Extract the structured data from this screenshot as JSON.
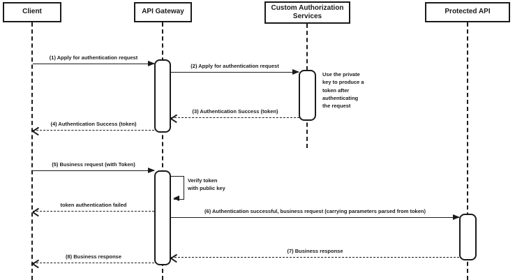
{
  "diagram": {
    "type": "sequence-diagram",
    "colors": {
      "stroke": "#1a1a1a",
      "fill": "#ffffff",
      "background": "#ffffff"
    },
    "actors": [
      {
        "id": "client",
        "label": "Client"
      },
      {
        "id": "api-gateway",
        "label": "API Gateway"
      },
      {
        "id": "custom-authorization-services",
        "label": "Custom Authorization\nServices"
      },
      {
        "id": "protected-api",
        "label": "Protected API"
      }
    ],
    "messages": [
      {
        "label": "(1) Apply for authentication request",
        "from": "Client",
        "to": "API Gateway",
        "style": "solid"
      },
      {
        "label": "(2) Apply for authentication request",
        "from": "API Gateway",
        "to": "Custom Authorization Services",
        "style": "solid"
      },
      {
        "label": "(3) Authentication Success (token)",
        "from": "Custom Authorization Services",
        "to": "API Gateway",
        "style": "dashed"
      },
      {
        "label": "(4) Authentication Success (token)",
        "from": "API Gateway",
        "to": "Client",
        "style": "dashed"
      },
      {
        "label": "(5) Business request (with Token)",
        "from": "Client",
        "to": "API Gateway",
        "style": "solid"
      },
      {
        "label": "token authentication failed",
        "from": "API Gateway",
        "to": "Client",
        "style": "dashed"
      },
      {
        "label": "(6) Authentication successful, business request (carrying parameters parsed from token)",
        "from": "API Gateway",
        "to": "Protected API",
        "style": "solid"
      },
      {
        "label": "(7) Business response",
        "from": "Protected API",
        "to": "API Gateway",
        "style": "dashed"
      },
      {
        "label": "(8) Business response",
        "from": "API Gateway",
        "to": "Client",
        "style": "dashed"
      }
    ],
    "self_message": {
      "actor": "API Gateway",
      "label": "Verify token\nwith public key"
    },
    "note": {
      "attached_to": "Custom Authorization Services",
      "text": "Use the private\nkey to produce a\ntoken after\nauthenticating\nthe request"
    }
  }
}
